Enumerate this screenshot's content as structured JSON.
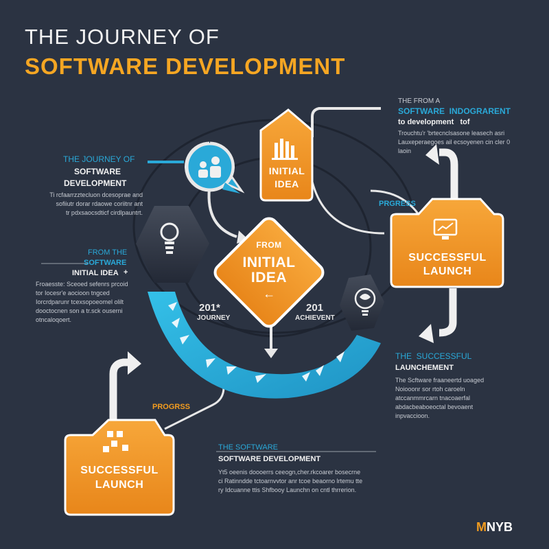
{
  "title": {
    "line1": "THE JOURNEY OF",
    "line2": "SOFTWARE DEVELOPMENT"
  },
  "top_right": {
    "heading1": "THE FROM A",
    "heading2": "SOFTWARE  INDOGRARENT",
    "heading2b": "to development   tof",
    "body": [
      "Trouchtu'r 'brtecnclsasone leasech asri",
      "Lauxeperaegoes ail ecsoyenen cin cler 0",
      "laoin"
    ]
  },
  "left_top": {
    "heading1": "THE JOURNEY OF",
    "heading2": "SOFTWARE",
    "heading3": "DEVELOPMENT",
    "body": [
      "Ti rcfaarrzztecluon dcesoprae and",
      "sofiiutr dorar rdaowe coriitnr ant",
      "tr pdxsaocsdticf cirdlpauntrt."
    ]
  },
  "left_mid": {
    "heading1": "FROM THE",
    "heading2": "SOFTWARE",
    "heading3": "INITIAL IDEA",
    "body": [
      "Froaesste: Sceoed sefenrs prcoid",
      "tor Iocesr'e aocioon tngced",
      "Iorcrdparunr tcexsopoeomel olilt",
      "dooctocnen son a tr.sck ouserni",
      "otncaloqoert."
    ]
  },
  "right_mid": {
    "heading1": "THE  SUCCESSFUL",
    "heading2": "LAUNCHEMENT",
    "body": [
      "The Scftware fraaneertd uoaged",
      "Noiooonr sor rtoh caroeln",
      "atccanmmrcarn tnacoaerfal",
      "abdacbeaboeoctal bevoaent",
      "inpvaccioon."
    ]
  },
  "bottom": {
    "heading1": "THE SOFTWARE",
    "heading2": "SOFTWARE DEVELOPMENT",
    "body": [
      "Yt5 oeenis doooerrs ceeogn,cher.rkcoarer bosecrne",
      "ci Ratinndde tctoarnvvtor anr tcoe beaorno lrtemu tte",
      "ry Idcuanne ttis Shfbooy Launchn on cntl thrrerion."
    ]
  },
  "boxes": {
    "top_idea": [
      "INITIAL",
      "IDEA"
    ],
    "center_from": "FROM",
    "center_idea": [
      "INITIAL",
      "IDEA"
    ],
    "right_launch": [
      "SUCCESSFUL",
      "LAUNCH"
    ],
    "bottom_launch": [
      "SUCCESSFUL",
      "LAUNCH"
    ]
  },
  "labels": {
    "progress_right": "PRGRESS",
    "progress_bottom": "PROGRSS",
    "year_left": "201*",
    "journey": "JOURNEY",
    "year_right": "201",
    "achievent": "ACHIEVENT"
  },
  "logo": {
    "part1": "M",
    "part2": "NYB"
  },
  "colors": {
    "background": "#2b3342",
    "orange": "#f39c1f",
    "blue": "#2aa9d8",
    "white": "#f2f2f2"
  },
  "icons": [
    "people-icon",
    "chart-icon",
    "lightbulb-icon",
    "monitor-icon",
    "brain-icon",
    "network-icon",
    "arrow-icon"
  ]
}
